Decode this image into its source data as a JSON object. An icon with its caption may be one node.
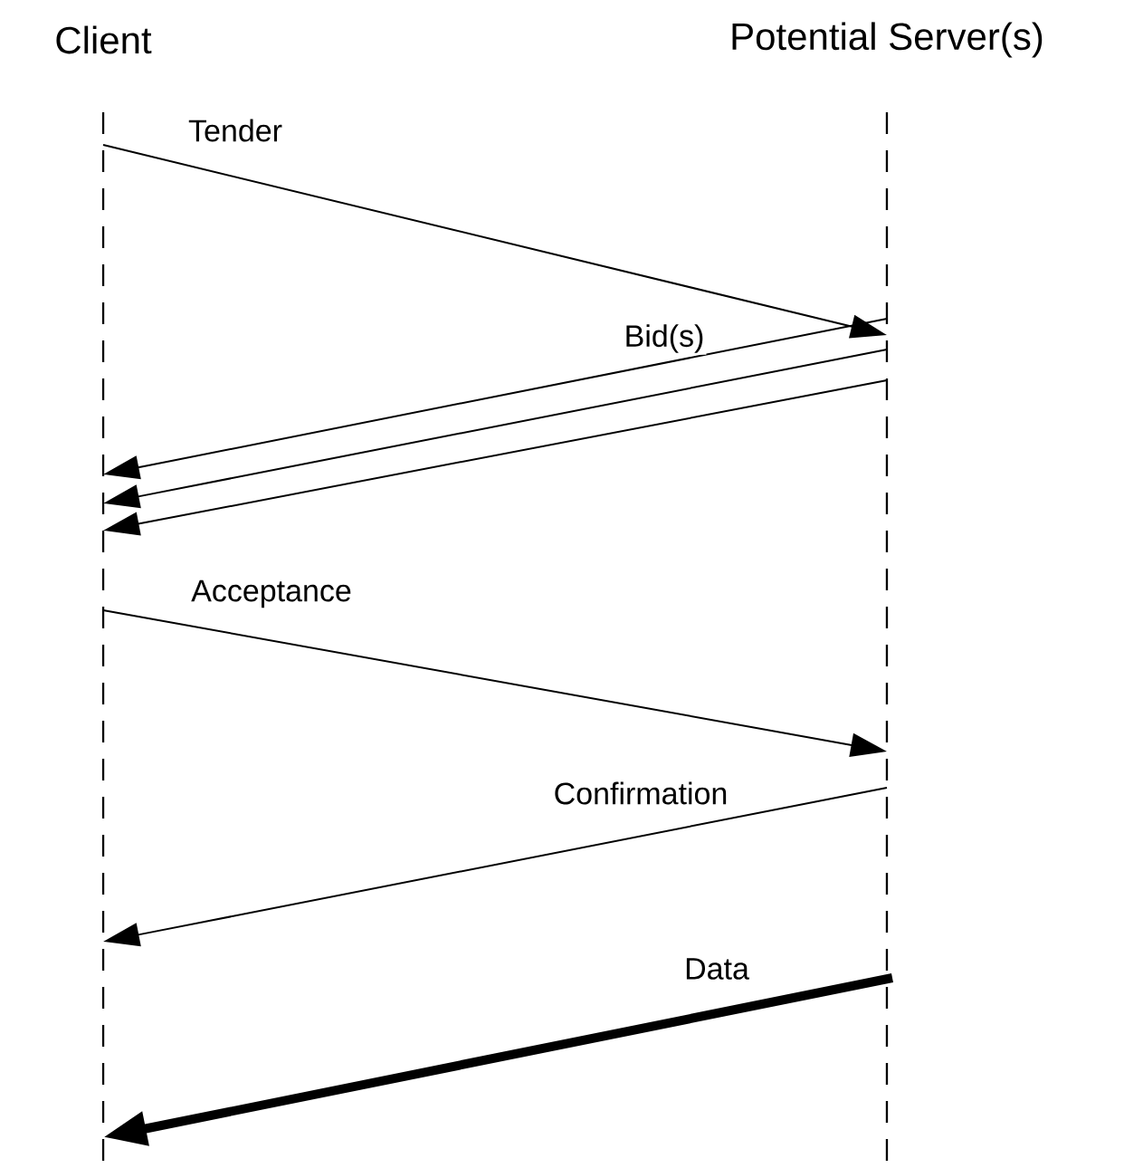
{
  "diagram": {
    "nodes": [
      {
        "text": [
          "Client"
        ]
      },
      {
        "text": [
          "Potential Server(s)"
        ]
      }
    ],
    "edges": [
      {
        "from": 0,
        "to": 1,
        "arrow": "to",
        "label": "Tender"
      },
      {
        "from": 1,
        "to": 0,
        "arrow": "to",
        "label": "Bid(s)"
      },
      {
        "from": 1,
        "to": 0,
        "arrow": "to"
      },
      {
        "from": 1,
        "to": 0,
        "arrow": "to"
      },
      {
        "from": 0,
        "to": 1,
        "arrow": "to",
        "label": "Acceptance"
      },
      {
        "from": 1,
        "to": 0,
        "arrow": "to",
        "label": "Confirmation"
      },
      {
        "from": 1,
        "to": 0,
        "arrow": "to",
        "label": "Data",
        "style": "thick"
      }
    ]
  }
}
